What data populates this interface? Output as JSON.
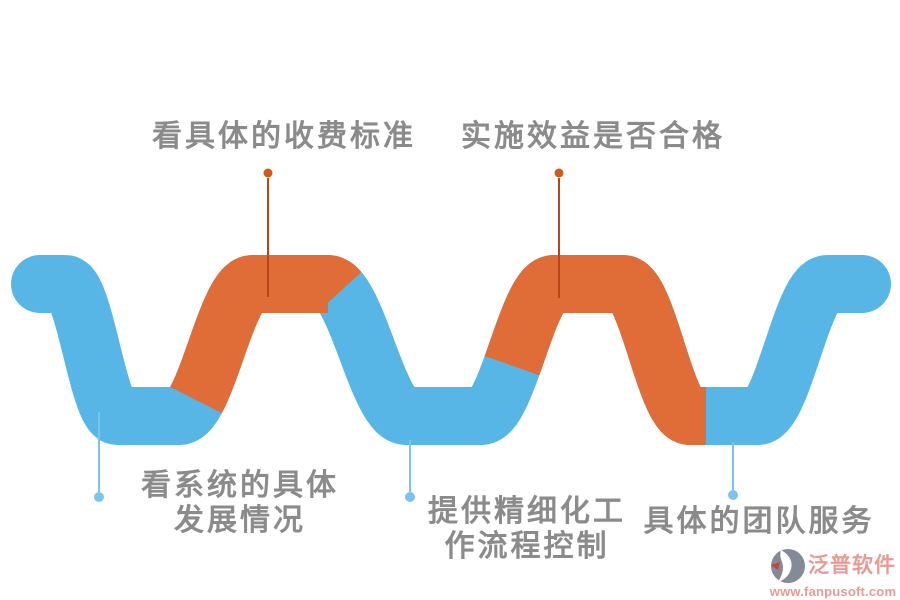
{
  "colors": {
    "background": "#ffffff",
    "wave_blue": "#58b6e7",
    "wave_orange": "#e06c38",
    "callout_orange_line": "#b84618",
    "callout_orange_dot": "#d05a1e",
    "callout_blue": "#7cc4ed",
    "label_text": "#8b8b8b",
    "logo_text": "#e89b94",
    "logo_gray": "#848b97",
    "logo_red": "#c7463e",
    "logo_white": "#ffffff"
  },
  "callouts": {
    "top": [
      {
        "label": "看具体的收费标准"
      },
      {
        "label": "实施效益是否合格"
      }
    ],
    "bottom": [
      {
        "label_line1": "看系统的具体",
        "label_line2": "发展情况"
      },
      {
        "label_line1": "提供精细化工",
        "label_line2": "作流程控制"
      },
      {
        "label": "具体的团队服务"
      }
    ]
  },
  "logo": {
    "name": "泛普软件",
    "url": "www.fanpusoft.com"
  }
}
